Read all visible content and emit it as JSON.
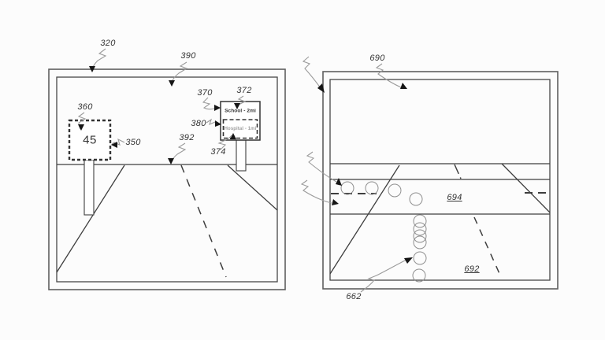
{
  "figure": {
    "type": "patent-drawing",
    "left_panel": {
      "ref_320": "320",
      "ref_390": "390",
      "ref_360": "360",
      "ref_350": "350",
      "ref_370": "370",
      "ref_372": "372",
      "ref_380": "380",
      "ref_392": "392",
      "ref_374": "374",
      "speed_sign_value": "45",
      "info_sign_line1": "School - 2mi",
      "info_sign_line2_faded": "Hospital - 1mi"
    },
    "right_panel": {
      "ref_690": "690",
      "ref_694": "694",
      "ref_692": "692",
      "ref_662": "662"
    },
    "colors": {
      "background": "#fcfcfc",
      "line": "#3e3e3e",
      "frame": "#5f5f5f",
      "leader": "#9b9b9b",
      "arrowhead": "#151515",
      "bubble_outline": "#8f8f8f",
      "label_text": "#333333",
      "faded_sign_text": "#a0a0a0"
    }
  }
}
